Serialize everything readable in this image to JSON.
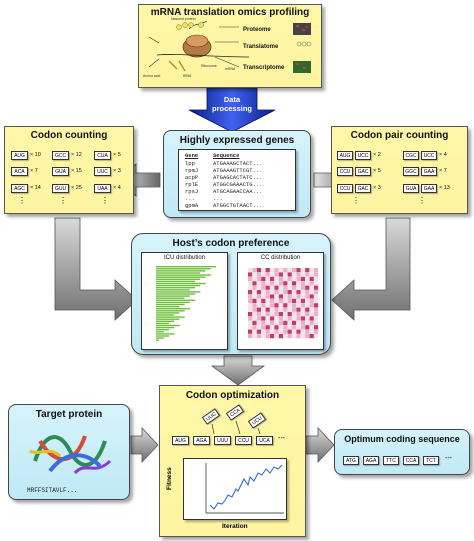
{
  "top": {
    "title": "mRNA translation omics profiling",
    "labels": [
      "Proteome",
      "Translatome",
      "Transcriptome"
    ],
    "small": [
      "Nascent protein",
      "tRNA",
      "mRNA",
      "Ribosome",
      "Amino acid"
    ]
  },
  "data_processing": "Data processing",
  "highly_expressed": {
    "title": "Highly expressed genes",
    "col_gene": "Gene",
    "col_seq": "Sequence",
    "rows": [
      {
        "gene": "lpp",
        "seq": "ATGAAAGCTACT..."
      },
      {
        "gene": "rpmJ",
        "seq": "ATGAAAGTTCGT..."
      },
      {
        "gene": "acpP",
        "seq": "ATGAGCACTATC..."
      },
      {
        "gene": "rplE",
        "seq": "ATGGCGAAACTG..."
      },
      {
        "gene": "rpsJ",
        "seq": "ATGCAGAACCAA..."
      },
      {
        "gene": "...",
        "seq": "..."
      },
      {
        "gene": "gpmA",
        "seq": "ATGGCTGTAACT..."
      }
    ]
  },
  "codon_counting": {
    "title": "Codon counting",
    "cells": [
      {
        "codon": "AUG",
        "count": "× 10"
      },
      {
        "codon": "GCC",
        "count": "× 12"
      },
      {
        "codon": "CUA",
        "count": "× 5"
      },
      {
        "codon": "ACA",
        "count": "× 7"
      },
      {
        "codon": "GUA",
        "count": "× 15"
      },
      {
        "codon": "UUC",
        "count": "× 3"
      },
      {
        "codon": "AGC",
        "count": "× 14"
      },
      {
        "codon": "GUU",
        "count": "× 25"
      },
      {
        "codon": "UAA",
        "count": "× 4"
      }
    ],
    "dots": "⋮"
  },
  "codon_pair": {
    "title": "Codon pair counting",
    "cells": [
      {
        "a": "AUG",
        "b": "UCC",
        "count": "× 2"
      },
      {
        "a": "CGC",
        "b": "UCC",
        "count": "× 4"
      },
      {
        "a": "CCU",
        "b": "GAC",
        "count": "× 5"
      },
      {
        "a": "GGC",
        "b": "GAA",
        "count": "× 7"
      },
      {
        "a": "CCU",
        "b": "GAC",
        "count": "× 3"
      },
      {
        "a": "GUA",
        "b": "GAA",
        "count": "× 13"
      }
    ],
    "dots": "⋮"
  },
  "host": {
    "title": "Host’s codon preference",
    "icu": "ICU distribution",
    "cc": "CC distribution"
  },
  "target": {
    "title": "Target protein",
    "seq": "MRFFSITAVLF..."
  },
  "optimization": {
    "title": "Codon optimization",
    "chain": [
      "AUG",
      "AGA",
      "UUU",
      "CCU",
      "UCA",
      "---"
    ],
    "swaps": [
      "UUC",
      "CCA",
      "UCU"
    ],
    "ylabel": "Fitness",
    "xlabel": "Iteration"
  },
  "optimum": {
    "title": "Optimum coding sequence",
    "chain": [
      "ATG",
      "AGA",
      "TTC",
      "CCA",
      "TCT",
      "---"
    ]
  },
  "colors": {
    "yellow": "#fff4a0",
    "blue": "#c6ecf8",
    "arrow_blue": "#1f3fc4",
    "arrow_gray": "#8a8a8a"
  }
}
